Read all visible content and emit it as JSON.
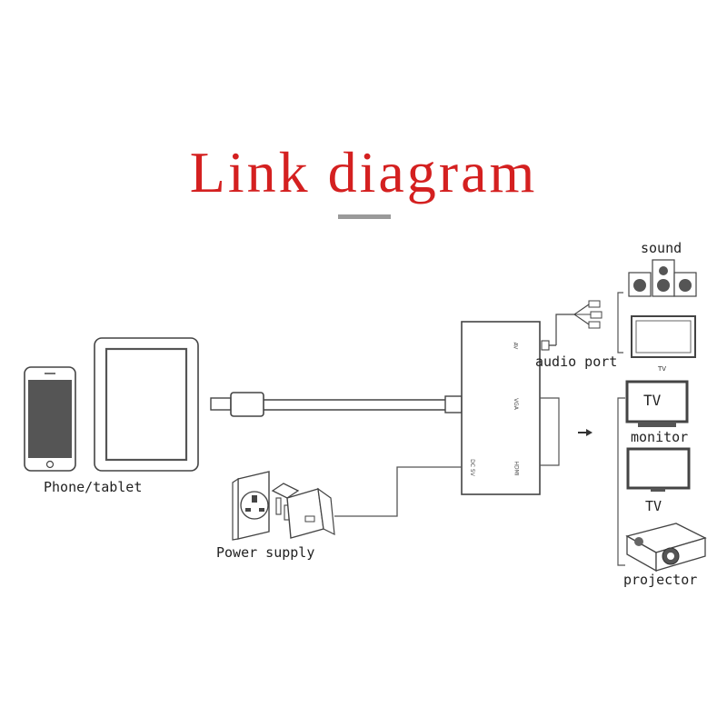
{
  "title": "Link diagram",
  "colors": {
    "title": "#d42020",
    "title_rule": "#9a9a9a",
    "line": "#333333",
    "device": "#555555",
    "screen": "#555555"
  },
  "labels": {
    "phone_tablet": "Phone/tablet",
    "power_supply": "Power supply",
    "audio_port": "audio port",
    "sound": "sound",
    "tv_small": "TV",
    "tv_screen_text": "TV",
    "monitor": "monitor",
    "tv": "TV",
    "projector": "projector"
  },
  "adapter_ports": {
    "av": "AV",
    "vga": "VGA",
    "hdmi": "HDMI",
    "dc": "DC 5V"
  },
  "icons": [
    "phone-icon",
    "tablet-icon",
    "lightning-connector-icon",
    "adapter-hub-icon",
    "uk-wall-socket-icon",
    "power-adapter-icon",
    "speakers-icon",
    "rca-cable-icon",
    "tv-icon",
    "monitor-icon",
    "projector-icon",
    "arrow-right-icon"
  ]
}
